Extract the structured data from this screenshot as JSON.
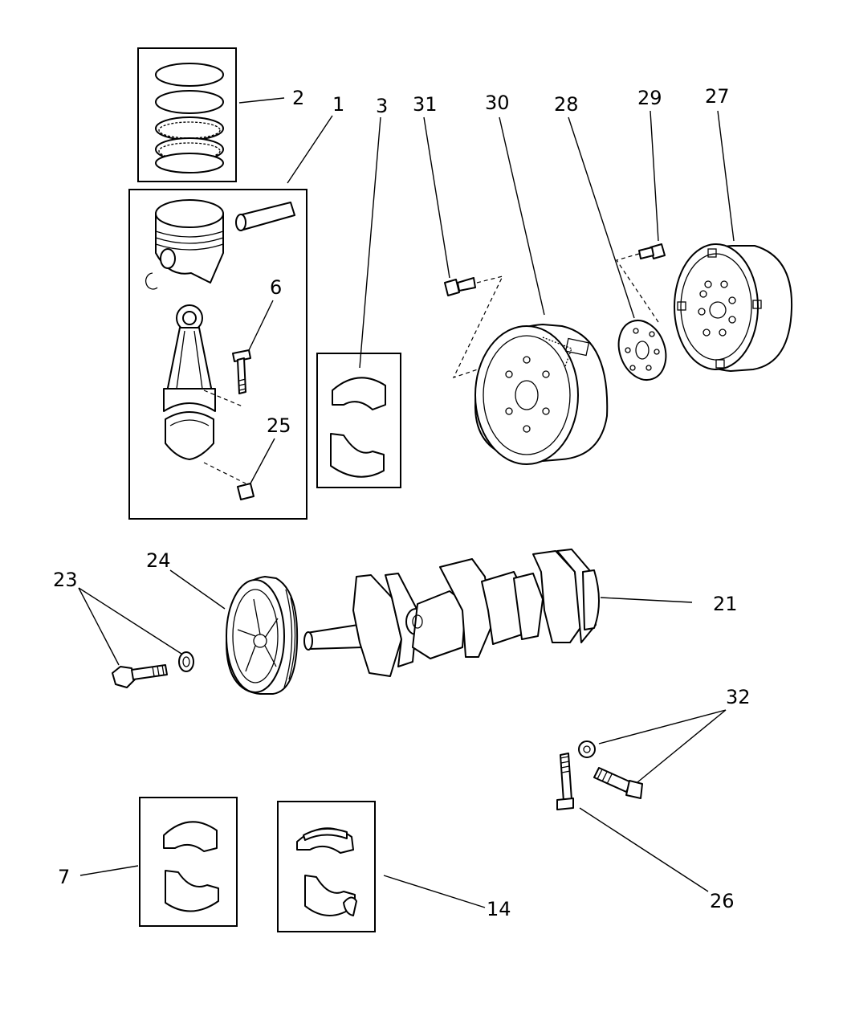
{
  "diagram": {
    "callouts": {
      "c1": "1",
      "c2": "2",
      "c3": "3",
      "c6": "6",
      "c7": "7",
      "c14": "14",
      "c21": "21",
      "c23": "23",
      "c24": "24",
      "c25": "25",
      "c26": "26",
      "c27": "27",
      "c28": "28",
      "c29": "29",
      "c30": "30",
      "c31": "31",
      "c32": "32"
    },
    "colors": {
      "ink": "#000000",
      "paper": "#ffffff"
    }
  }
}
